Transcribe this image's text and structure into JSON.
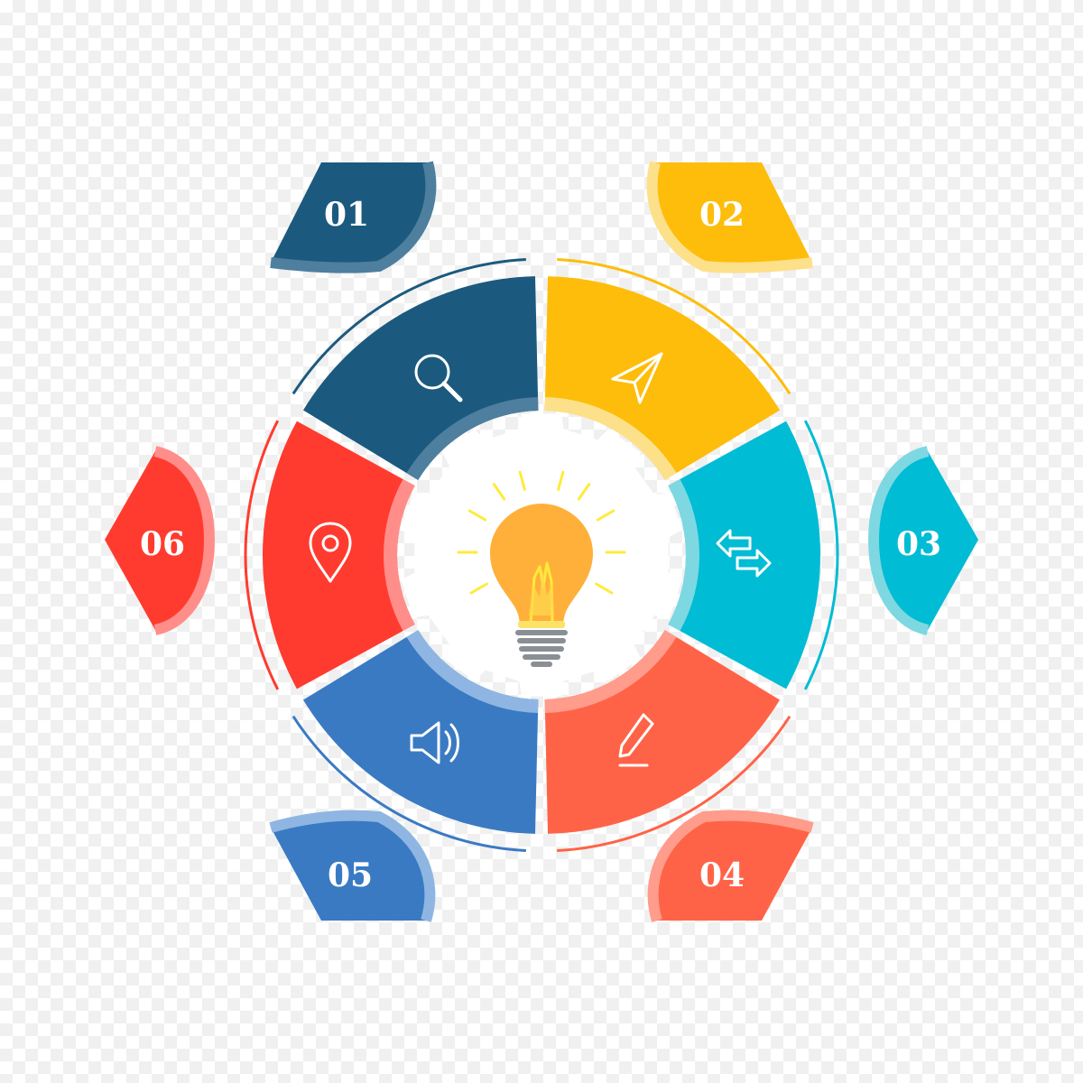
{
  "steps": [
    {
      "number": "01",
      "icon": "search-icon",
      "color": "#1B5A7E",
      "light": "#4E7F9E"
    },
    {
      "number": "02",
      "icon": "send-icon",
      "color": "#FDBD0A",
      "light": "#FDE08A"
    },
    {
      "number": "03",
      "icon": "exchange-arrows-icon",
      "color": "#00BCD4",
      "light": "#7ED8E2"
    },
    {
      "number": "04",
      "icon": "pencil-icon",
      "color": "#FF6347",
      "light": "#FF9C8C"
    },
    {
      "number": "05",
      "icon": "speaker-icon",
      "color": "#3A7AC3",
      "light": "#8FB6E2"
    },
    {
      "number": "06",
      "icon": "location-pin-icon",
      "color": "#FF3B2F",
      "light": "#FF8E8A"
    }
  ],
  "center": {
    "icon": "lightbulb-icon",
    "bulb_color": "#FFB03A",
    "ray_color": "#FFEB3B",
    "gear_color": "#FFFFFF"
  }
}
